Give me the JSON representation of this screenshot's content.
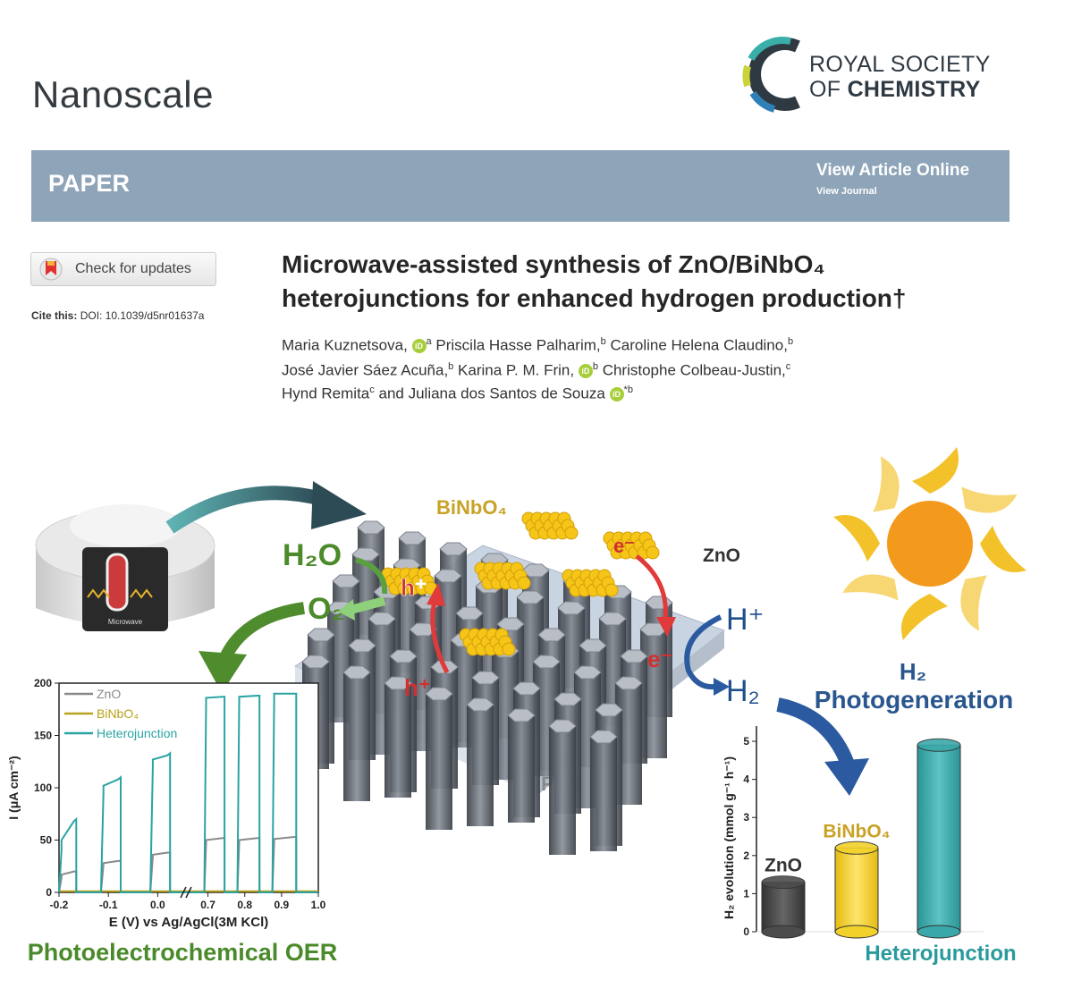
{
  "header": {
    "journal": "Nanoscale",
    "publisher_line1": "ROYAL SOCIETY",
    "publisher_line2_prefix": "OF ",
    "publisher_line2_bold": "CHEMISTRY"
  },
  "banner": {
    "type": "PAPER",
    "view_online": "View Article Online",
    "view_journal": "View Journal"
  },
  "updates": {
    "label": "Check for updates"
  },
  "citation": {
    "prefix": "Cite this:",
    "doi": "DOI: 10.1039/d5nr01637a"
  },
  "article": {
    "title_line1": "Microwave-assisted synthesis of ZnO/BiNbO₄",
    "title_line2": "heterojunctions for enhanced hydrogen production†",
    "orcid_mark": "iD",
    "authors": [
      {
        "name": "Maria Kuznetsova,",
        "orcid": true,
        "sup": "a"
      },
      {
        "name": "Priscila Hasse Palharim,",
        "orcid": false,
        "sup": "b"
      },
      {
        "name": "Caroline Helena Claudino,",
        "orcid": false,
        "sup": "b"
      },
      {
        "name": "José Javier Sáez Acuña,",
        "orcid": false,
        "sup": "b"
      },
      {
        "name": "Karina P. M. Frin,",
        "orcid": true,
        "sup": "b"
      },
      {
        "name": "Christophe Colbeau-Justin,",
        "orcid": false,
        "sup": "c"
      },
      {
        "name": "Hynd Remita",
        "orcid": false,
        "sup": "c"
      },
      {
        "name": "and Juliana dos Santos de Souza",
        "orcid": true,
        "sup": "*b"
      }
    ]
  },
  "graphic": {
    "microwave_label": "Microwave",
    "bi_label": "BiNbO₄",
    "zno_label": "ZnO",
    "fto_label": "FTO",
    "h2o": "H₂O",
    "o2": "O₂",
    "h_plus": "h⁺",
    "e_minus": "e⁻",
    "h_ion": "H⁺",
    "h2": "H₂",
    "photogen_line1": "H₂",
    "photogen_line2": "Photogeneration",
    "oer_caption": "Photoelectrochemical OER"
  },
  "chart_data": [
    {
      "type": "line",
      "xlabel": "E (V) vs Ag/AgCl(3M KCl)",
      "ylabel": "I (μA cm⁻²)",
      "xticks": [
        "-0.2",
        "-0.1",
        "0.0",
        "0.7",
        "0.8",
        "0.9",
        "1.0"
      ],
      "yticks": [
        0,
        50,
        100,
        150,
        200
      ],
      "ylim": [
        0,
        200
      ],
      "axis_break": true,
      "legend": "top-left",
      "series": [
        {
          "name": "ZnO",
          "color": "#8a8a8a",
          "x": [
            -0.2,
            -0.195,
            -0.195,
            -0.17,
            -0.165,
            -0.165,
            -0.115,
            -0.11,
            -0.11,
            -0.08,
            -0.075,
            -0.075,
            -0.015,
            -0.01,
            -0.01,
            0.02,
            0.025,
            0.025,
            0.69,
            0.695,
            0.695,
            0.74,
            0.745,
            0.745,
            0.78,
            0.785,
            0.785,
            0.835,
            0.84,
            0.84,
            0.875,
            0.88,
            0.88,
            0.935,
            0.94,
            0.94,
            1.0
          ],
          "y": [
            0,
            14,
            17,
            20,
            20,
            0,
            0,
            26,
            28,
            30,
            30,
            0,
            0,
            34,
            36,
            38,
            38,
            0,
            0,
            47,
            50,
            52,
            52,
            0,
            0,
            47,
            50,
            52,
            52,
            0,
            0,
            48,
            51,
            53,
            53,
            0,
            0
          ]
        },
        {
          "name": "BiNbO₄",
          "color": "#b8a11b",
          "x": [
            -0.2,
            1.0
          ],
          "y": [
            1,
            1
          ]
        },
        {
          "name": "Heterojunction",
          "color": "#2aa3a3",
          "x": [
            -0.2,
            -0.195,
            -0.195,
            -0.17,
            -0.165,
            -0.165,
            -0.115,
            -0.11,
            -0.11,
            -0.08,
            -0.075,
            -0.075,
            -0.015,
            -0.01,
            -0.01,
            0.02,
            0.025,
            0.025,
            0.69,
            0.695,
            0.695,
            0.74,
            0.745,
            0.745,
            0.78,
            0.785,
            0.785,
            0.835,
            0.84,
            0.84,
            0.875,
            0.88,
            0.88,
            0.935,
            0.94,
            0.94,
            1.0
          ],
          "y": [
            0,
            40,
            50,
            68,
            70,
            0,
            0,
            95,
            102,
            108,
            110,
            0,
            0,
            120,
            127,
            131,
            133,
            0,
            0,
            182,
            186,
            187,
            187,
            0,
            0,
            183,
            187,
            188,
            188,
            0,
            0,
            186,
            190,
            190,
            190,
            0,
            0
          ]
        }
      ]
    },
    {
      "type": "bar",
      "ylabel": "H₂ evolution (mmol g⁻¹ h⁻¹)",
      "yticks": [
        0,
        1,
        2,
        3,
        4,
        5
      ],
      "ylim": [
        0,
        5.4
      ],
      "categories": [
        "ZnO",
        "BiNbO₄",
        "Heterojunction"
      ],
      "values": [
        1.3,
        2.2,
        4.9
      ],
      "colors": [
        "#4c4c4c",
        "#f2d22a",
        "#3aa8aa"
      ]
    }
  ]
}
